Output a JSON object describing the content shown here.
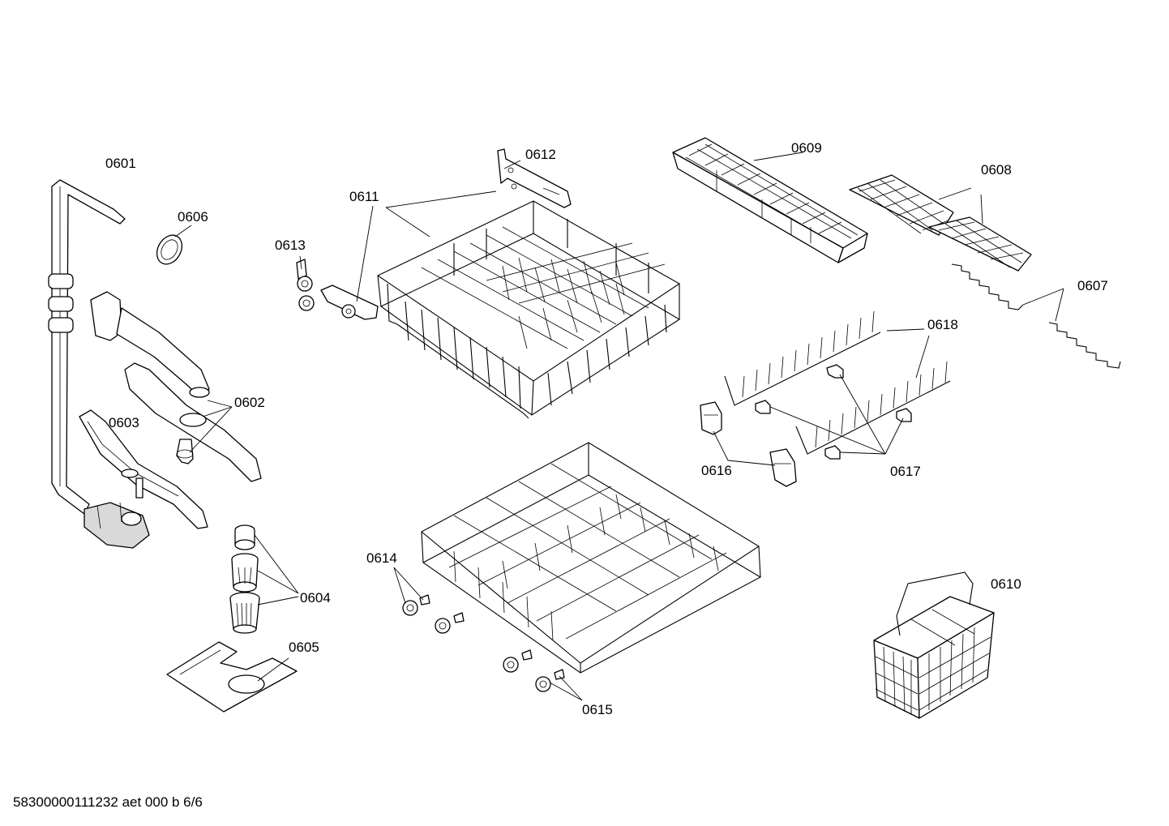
{
  "diagram": {
    "labels": {
      "p0601": "0601",
      "p0602": "0602",
      "p0603": "0603",
      "p0604": "0604",
      "p0605": "0605",
      "p0606": "0606",
      "p0607": "0607",
      "p0608": "0608",
      "p0609": "0609",
      "p0610": "0610",
      "p0611": "0611",
      "p0612": "0612",
      "p0613": "0613",
      "p0614": "0614",
      "p0615": "0615",
      "p0616": "0616",
      "p0617": "0617",
      "p0618": "0618"
    }
  },
  "footer": {
    "text": "58300000111232 aet 000 b 6/6"
  }
}
